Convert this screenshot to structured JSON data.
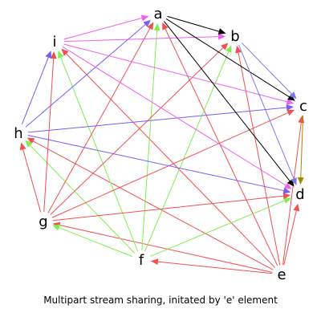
{
  "diagram": {
    "caption": "Multipart stream sharing, initated by 'e' element",
    "nodes": [
      {
        "id": "a",
        "label": "a"
      },
      {
        "id": "b",
        "label": "b"
      },
      {
        "id": "c",
        "label": "c"
      },
      {
        "id": "d",
        "label": "d"
      },
      {
        "id": "e",
        "label": "e"
      },
      {
        "id": "f",
        "label": "f"
      },
      {
        "id": "g",
        "label": "g"
      },
      {
        "id": "h",
        "label": "h"
      },
      {
        "id": "i",
        "label": "i"
      }
    ],
    "edge_colors": {
      "e": "#f05050",
      "f": "#80ee50",
      "g": "#f05050",
      "h": "#7a5cf0",
      "i": "#ee60ee",
      "a": "#000000",
      "b": "#7a7af0",
      "c": "#a08a00"
    },
    "edges": [
      {
        "from": "e",
        "to": "a"
      },
      {
        "from": "e",
        "to": "b"
      },
      {
        "from": "e",
        "to": "c"
      },
      {
        "from": "e",
        "to": "d"
      },
      {
        "from": "e",
        "to": "f"
      },
      {
        "from": "e",
        "to": "g"
      },
      {
        "from": "e",
        "to": "h"
      },
      {
        "from": "e",
        "to": "i"
      },
      {
        "from": "f",
        "to": "a"
      },
      {
        "from": "f",
        "to": "b"
      },
      {
        "from": "f",
        "to": "d"
      },
      {
        "from": "f",
        "to": "g"
      },
      {
        "from": "f",
        "to": "h"
      },
      {
        "from": "f",
        "to": "i"
      },
      {
        "from": "g",
        "to": "a"
      },
      {
        "from": "g",
        "to": "b"
      },
      {
        "from": "g",
        "to": "c"
      },
      {
        "from": "g",
        "to": "d"
      },
      {
        "from": "g",
        "to": "h"
      },
      {
        "from": "g",
        "to": "i"
      },
      {
        "from": "h",
        "to": "a"
      },
      {
        "from": "h",
        "to": "c"
      },
      {
        "from": "h",
        "to": "d"
      },
      {
        "from": "h",
        "to": "i"
      },
      {
        "from": "i",
        "to": "a"
      },
      {
        "from": "i",
        "to": "b"
      },
      {
        "from": "i",
        "to": "c"
      },
      {
        "from": "i",
        "to": "d"
      },
      {
        "from": "a",
        "to": "b"
      },
      {
        "from": "a",
        "to": "c"
      },
      {
        "from": "a",
        "to": "d"
      },
      {
        "from": "b",
        "to": "c"
      },
      {
        "from": "b",
        "to": "d"
      },
      {
        "from": "c",
        "to": "d"
      }
    ]
  }
}
